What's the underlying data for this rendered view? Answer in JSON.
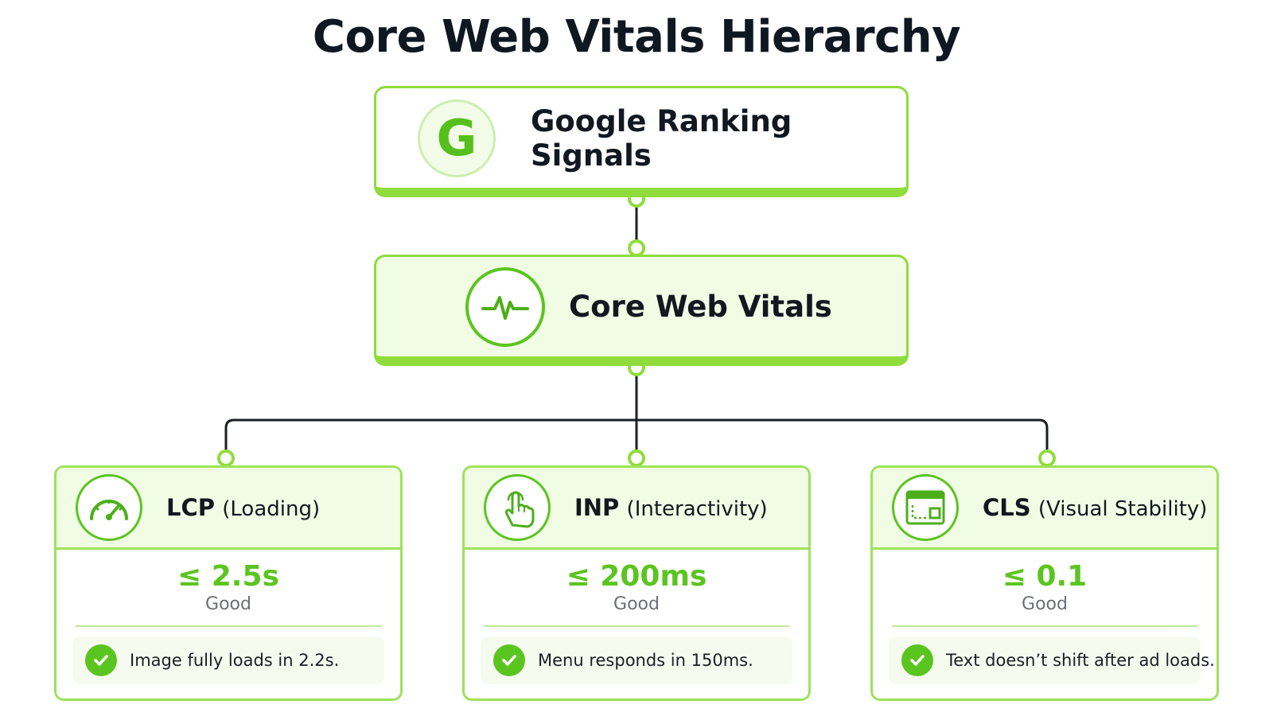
{
  "title": "Core Web Vitals Hierarchy",
  "colors": {
    "accent": "#5bc51f",
    "accent_light": "#8fdc3c",
    "tint": "#f1fce4",
    "line": "#1c1f22"
  },
  "top_node": {
    "label": "Google Ranking Signals",
    "icon": "google-g-icon",
    "icon_letter": "G"
  },
  "mid_node": {
    "label": "Core Web Vitals",
    "icon": "heartbeat-pulse-icon"
  },
  "metrics": [
    {
      "abbr": "LCP",
      "name": "(Loading)",
      "icon": "speedometer-icon",
      "threshold": "≤ 2.5s",
      "rating": "Good",
      "example": "Image fully loads in 2.2s."
    },
    {
      "abbr": "INP",
      "name": "(Interactivity)",
      "icon": "pointer-hand-icon",
      "threshold": "≤ 200ms",
      "rating": "Good",
      "example": "Menu responds in 150ms."
    },
    {
      "abbr": "CLS",
      "name": "(Visual Stability)",
      "icon": "layout-shift-icon",
      "threshold": "≤ 0.1",
      "rating": "Good",
      "example": "Text doesn’t shift after ad loads."
    }
  ]
}
